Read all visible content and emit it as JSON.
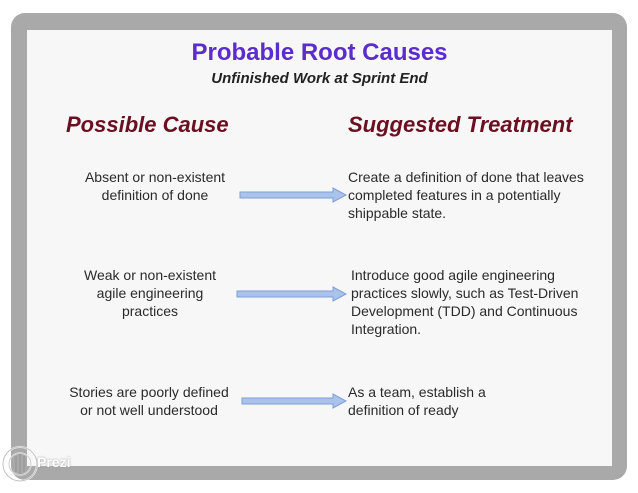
{
  "slide": {
    "title": "Probable Root Causes",
    "subtitle": "Unfinished Work at Sprint End",
    "headers": {
      "cause": "Possible Cause",
      "treatment": "Suggested Treatment"
    },
    "rows": [
      {
        "cause": [
          "Absent or non-existent",
          "definition of done"
        ],
        "treatment": [
          "Create a definition of done that leaves",
          "completed features in a potentially",
          "shippable state."
        ]
      },
      {
        "cause": [
          "Weak or non-existent",
          "agile engineering",
          "practices"
        ],
        "treatment": [
          "Introduce good agile engineering",
          "practices slowly, such as Test-Driven",
          "Development (TDD) and Continuous",
          "Integration."
        ]
      },
      {
        "cause": [
          "Stories are poorly defined",
          "or not well understood"
        ],
        "treatment": [
          "As a team, establish a",
          "definition of ready"
        ]
      }
    ]
  },
  "watermark": {
    "label": "Prezi"
  },
  "colors": {
    "title": "#5a2dcc",
    "header": "#6b1020",
    "arrow_fill": "#a9c3ea",
    "arrow_stroke": "#7f9fd6",
    "frame": "#a9a9a9",
    "slide_bg": "#f7f7f7"
  }
}
